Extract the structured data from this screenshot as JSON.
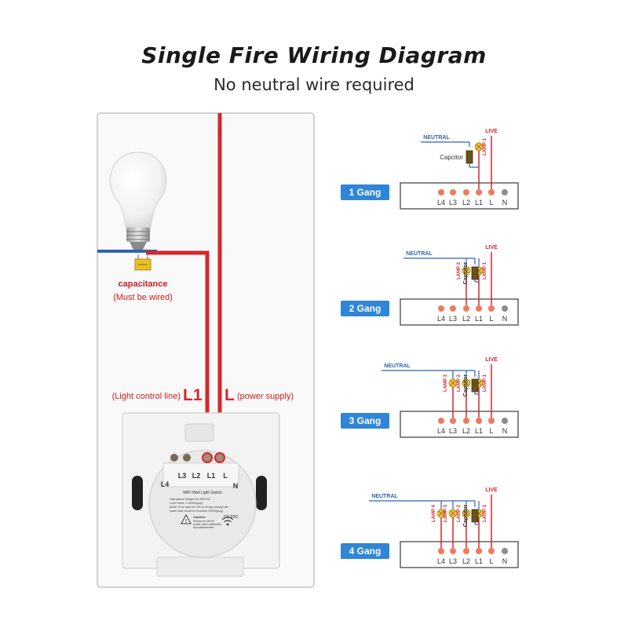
{
  "title": "Single Fire Wiring Diagram",
  "subtitle": "No neutral wire required",
  "left": {
    "capacitance_label": "capacitance",
    "capacitance_note": "(Must be wired)",
    "light_control_text": "(Light control line)",
    "l1_big": "L1",
    "l_big": "L",
    "power_supply_text": "(power supply)",
    "switch_terminals": [
      "L4",
      "L3",
      "L2",
      "L1",
      "L",
      "N"
    ],
    "switch_name": "WIFI Wall Light Switch",
    "spec_lines": [
      "Operational Voltage:110-250V AC",
      "Load Power: 2-300W/gang",
      "(Note: If it is used for LED or energy saving bulb,",
      "power load should be less than 200W/gang)"
    ],
    "caution_title": "Caution:",
    "caution_lines": [
      "Please cut off the",
      "power when installation",
      "and disassemble"
    ]
  },
  "colors": {
    "live": "#d7262e",
    "neutral": "#2f63b3",
    "gang_badge": "#2f86d6",
    "lamp": "#f0c04a",
    "dot": "#ee7b5e"
  },
  "gangs": [
    {
      "label": "1 Gang",
      "neutral": "NEUTRAL",
      "live": "LIVE",
      "capacitor": "Capcitor",
      "lamps": [
        "LAMP 1"
      ],
      "terminals": [
        "L4",
        "L3",
        "L2",
        "L1",
        "L",
        "N"
      ]
    },
    {
      "label": "2 Gang",
      "neutral": "NEUTRAL",
      "live": "LIVE",
      "capacitor": "Capcitor",
      "lamps": [
        "LAMP 2",
        "LAMP 1"
      ],
      "terminals": [
        "L4",
        "L3",
        "L2",
        "L1",
        "L",
        "N"
      ]
    },
    {
      "label": "3 Gang",
      "neutral": "NEUTRAL",
      "live": "LIVE",
      "capacitor": "Capcitor",
      "lamps": [
        "LAMP 3",
        "LAMP 2",
        "LAMP 1"
      ],
      "terminals": [
        "L4",
        "L3",
        "L2",
        "L1",
        "L",
        "N"
      ]
    },
    {
      "label": "4 Gang",
      "neutral": "NEUTRAL",
      "live": "LIVE",
      "capacitor": "Capcitor",
      "lamps": [
        "LAMP 4",
        "LAMP 3",
        "LAMP 2",
        "LAMP 1"
      ],
      "terminals": [
        "L4",
        "L3",
        "L2",
        "L1",
        "L",
        "N"
      ]
    }
  ]
}
